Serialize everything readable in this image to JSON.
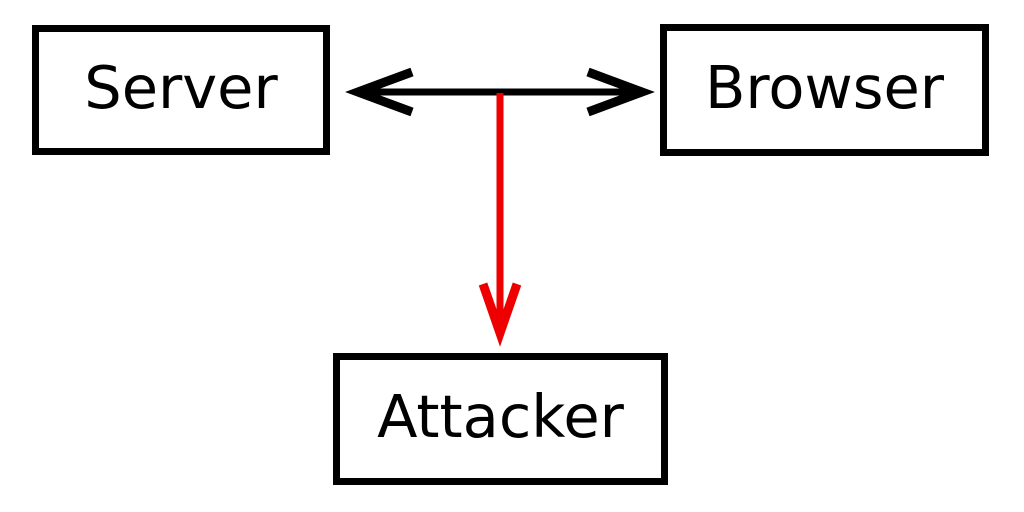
{
  "nodes": [
    {
      "id": "server",
      "label": "Server"
    },
    {
      "id": "browser",
      "label": "Browser"
    },
    {
      "id": "attacker",
      "label": "Attacker"
    }
  ],
  "edges": [
    {
      "id": "server-browser-link",
      "type": "double-headed-arrow",
      "between": [
        "server",
        "browser"
      ],
      "color": "#000000"
    },
    {
      "id": "interception-arrow",
      "type": "arrow-down",
      "between": [
        "server-browser-link-midpoint",
        "attacker"
      ],
      "color": "#ee0000"
    }
  ],
  "colors": {
    "background": "#ffffff",
    "box_border": "#000000",
    "label_text": "#000000",
    "link_arrow": "#000000",
    "attack_arrow": "#ee0000"
  }
}
